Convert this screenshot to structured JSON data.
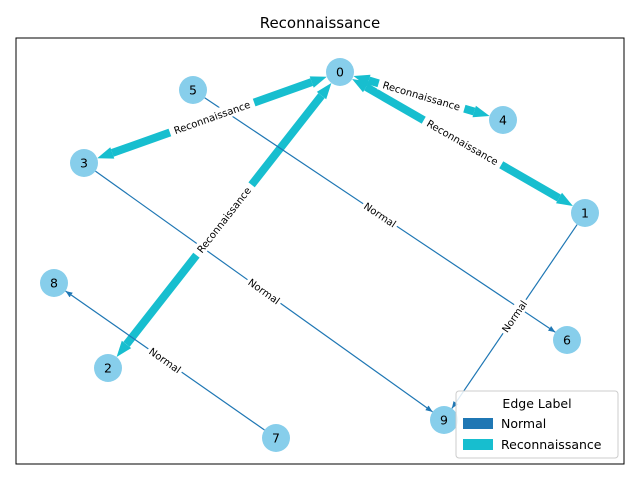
{
  "title": "Reconnaissance",
  "colors": {
    "Normal": "#1f77b4",
    "Reconnaissance": "#17becf",
    "node": "#87ceeb"
  },
  "nodes": [
    "0",
    "1",
    "2",
    "3",
    "4",
    "5",
    "6",
    "7",
    "8",
    "9"
  ],
  "edges": [
    {
      "source": "1",
      "target": "0",
      "label": "Reconnaissance",
      "type": "Reconnaissance",
      "arrow": "both"
    },
    {
      "source": "0",
      "target": "4",
      "label": "Reconnaissance",
      "type": "Reconnaissance",
      "arrow": "both"
    },
    {
      "source": "0",
      "target": "3",
      "label": "Reconnaissance",
      "type": "Reconnaissance",
      "arrow": "both"
    },
    {
      "source": "0",
      "target": "2",
      "label": "Reconnaissance",
      "type": "Reconnaissance",
      "arrow": "both"
    },
    {
      "source": "5",
      "target": "6",
      "label": "Normal",
      "type": "Normal",
      "arrow": "end"
    },
    {
      "source": "3",
      "target": "9",
      "label": "Normal",
      "type": "Normal",
      "arrow": "end"
    },
    {
      "source": "1",
      "target": "9",
      "label": "Normal",
      "type": "Normal",
      "arrow": "end"
    },
    {
      "source": "7",
      "target": "8",
      "label": "Normal",
      "type": "Normal",
      "arrow": "end"
    }
  ],
  "legend": {
    "title": "Edge Label",
    "items": [
      "Normal",
      "Reconnaissance"
    ]
  }
}
